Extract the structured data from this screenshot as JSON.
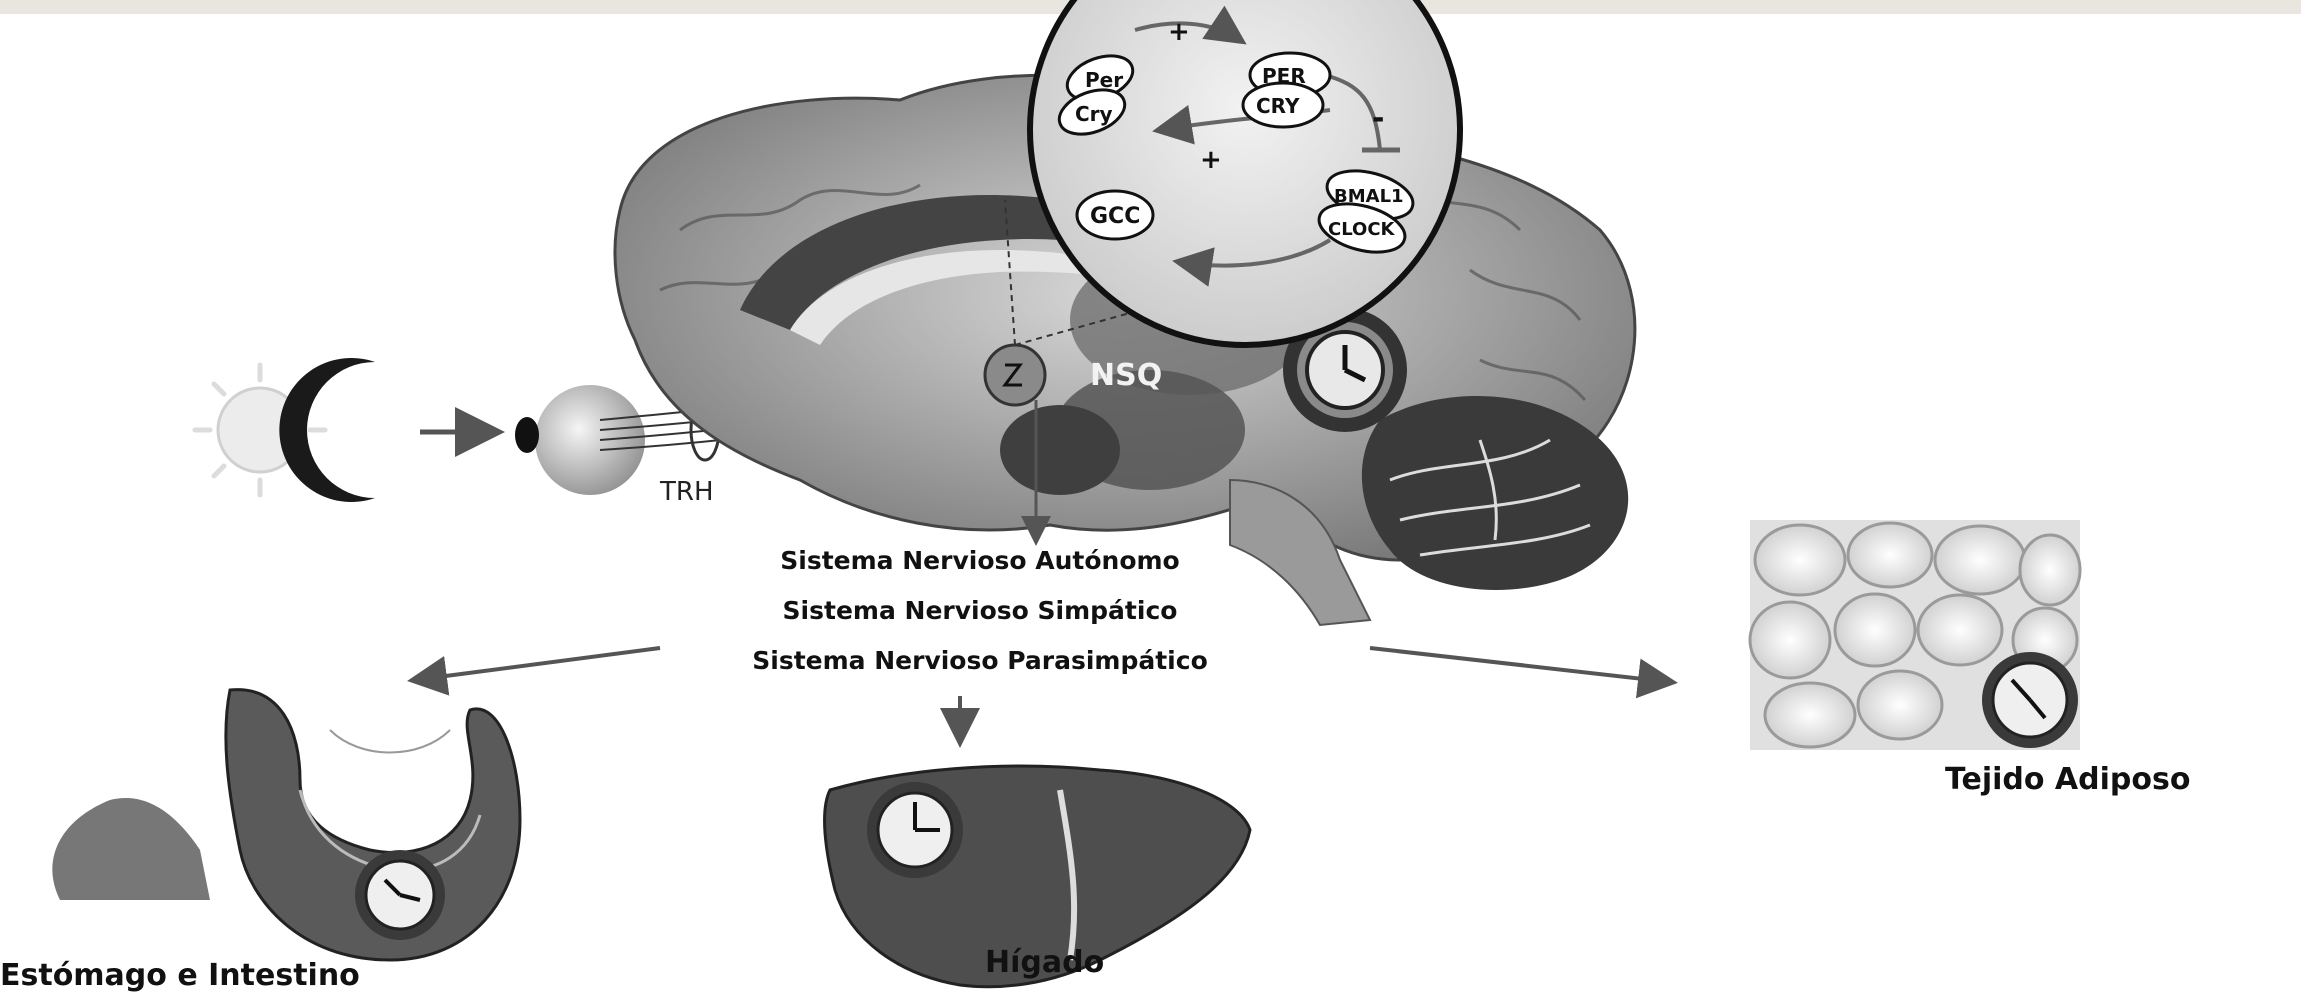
{
  "light_input": {
    "eye_tract_label": "TRH"
  },
  "brain": {
    "nucleus_label": "NSQ",
    "clock_loop": {
      "node_per_cry_lower": {
        "line1": "Per",
        "line2": "Cry"
      },
      "node_per_cry_upper": {
        "line1": "PER",
        "line2": "CRY"
      },
      "node_bmal_clock": {
        "line1": "BMAL1",
        "line2": "CLOCK"
      },
      "node_gcc": "GCC",
      "sign_top": "+",
      "sign_middle": "+",
      "sign_inhibit": "-"
    }
  },
  "nervous_systems": [
    "Sistema Nervioso Autónomo",
    "Sistema Nervioso Simpático",
    "Sistema Nervioso Parasimpático"
  ],
  "organs": {
    "stomach": "Estómago e Intestino",
    "liver": "Hígado",
    "adipose": "Tejido Adiposo"
  }
}
